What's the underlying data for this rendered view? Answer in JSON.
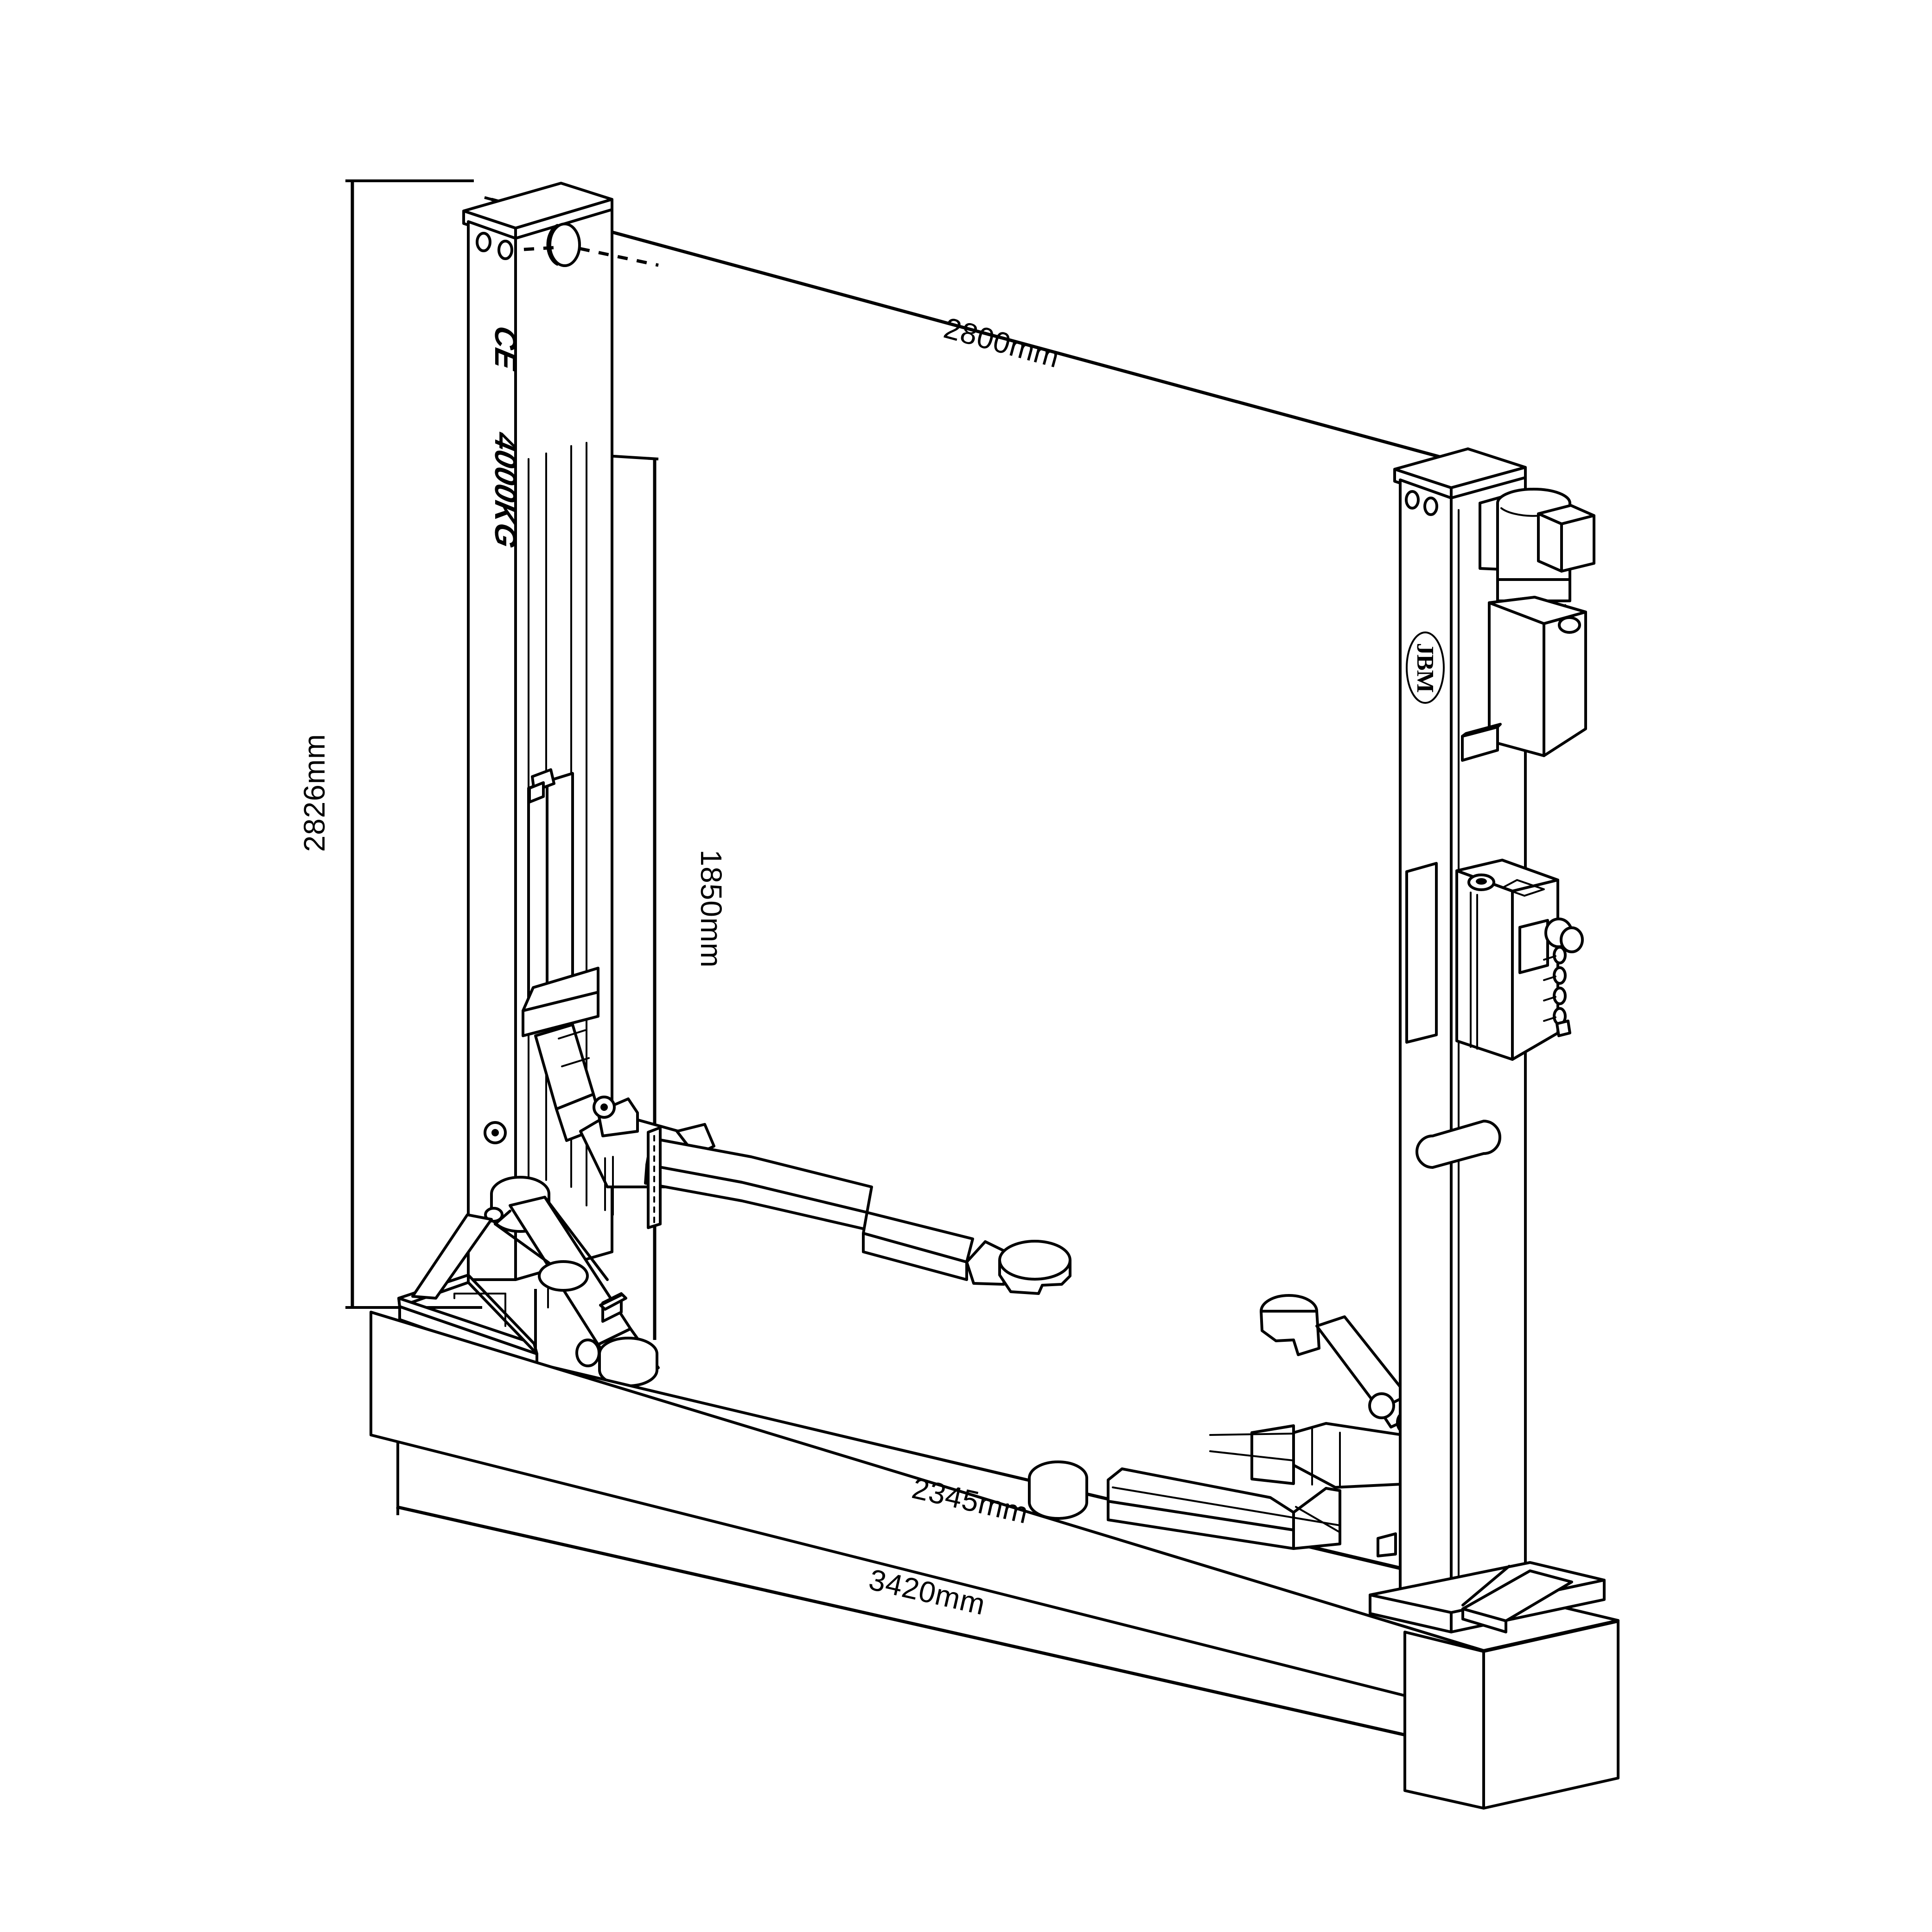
{
  "drawing": {
    "title": "two-post-car-lift-dimensioned-isometric",
    "line_color": "#000000",
    "background_color": "#ffffff"
  },
  "dimensions": {
    "overall_height": {
      "label": "2826mm",
      "orientation": "vertical-left",
      "value": 2826,
      "unit": "mm"
    },
    "post_spacing": {
      "label": "2800mm",
      "orientation": "diagonal-top",
      "value": 2800,
      "unit": "mm"
    },
    "lifting_height": {
      "label": "1850mm",
      "orientation": "vertical-inner",
      "value": 1850,
      "unit": "mm"
    },
    "inner_base_width": {
      "label": "2345mm",
      "orientation": "diagonal-bottom",
      "value": 2345,
      "unit": "mm"
    },
    "overall_base_width": {
      "label": "3420mm",
      "orientation": "diagonal-bottom",
      "value": 3420,
      "unit": "mm"
    }
  },
  "markings": {
    "ce_mark": "CE",
    "capacity": "4000KG",
    "brand_logo": "JBM"
  },
  "components": {
    "left_post": "left-post",
    "right_post": "right-post",
    "left_post_cap": "left-post-cap",
    "right_post_cap": "right-post-cap",
    "motor": "hydraulic-motor",
    "pump_housing": "pump-housing",
    "control_box": "control-box",
    "carriage": "lift-carriage",
    "left_upper_arm": "left-upper-arm",
    "left_lower_arm": "left-lower-arm",
    "right_upper_arm": "right-upper-arm",
    "right_lower_arm": "right-lower-arm",
    "lift_pad": "lift-pad",
    "base_plate_left": "base-plate-left",
    "base_plate_right": "base-plate-right",
    "floor_beam": "floor-beam",
    "cable_pulley": "cable-pulley"
  }
}
